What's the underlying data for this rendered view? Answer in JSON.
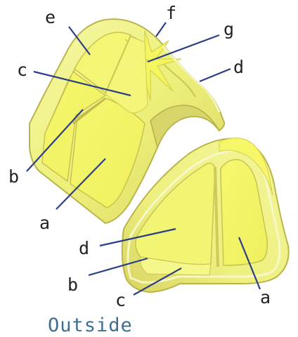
{
  "caption": "Outside",
  "colors": {
    "caption": "#3f6f8e",
    "leader_line": "#2c3e86",
    "shell_fill": "#eef37e",
    "shell_edge": "#b9b54a",
    "panel_fill": "#f4f76a",
    "label_text": "#222222"
  },
  "left_piece": {
    "labels": {
      "e": "e",
      "f": "f",
      "g": "g",
      "c": "c",
      "d": "d",
      "b": "b",
      "a": "a"
    }
  },
  "right_piece": {
    "labels": {
      "d": "d",
      "b": "b",
      "c": "c",
      "a": "a"
    }
  }
}
